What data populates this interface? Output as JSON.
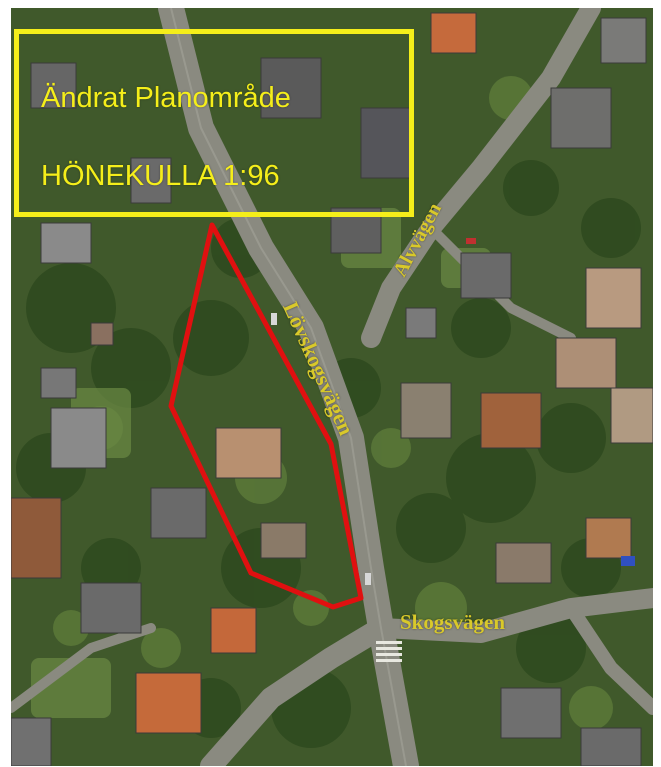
{
  "title": {
    "line1": "Ändrat Planområde",
    "line2": "HÖNEKULLA 1:96"
  },
  "roads": {
    "lovskogsvagen": "Lövskogsvägen",
    "alvvagen": "Alvvägen",
    "skogsvagen": "Skogsvägen"
  },
  "colors": {
    "title_box": "#f5ee1a",
    "boundary": "#e01010",
    "road_label": "#d9c92a"
  }
}
